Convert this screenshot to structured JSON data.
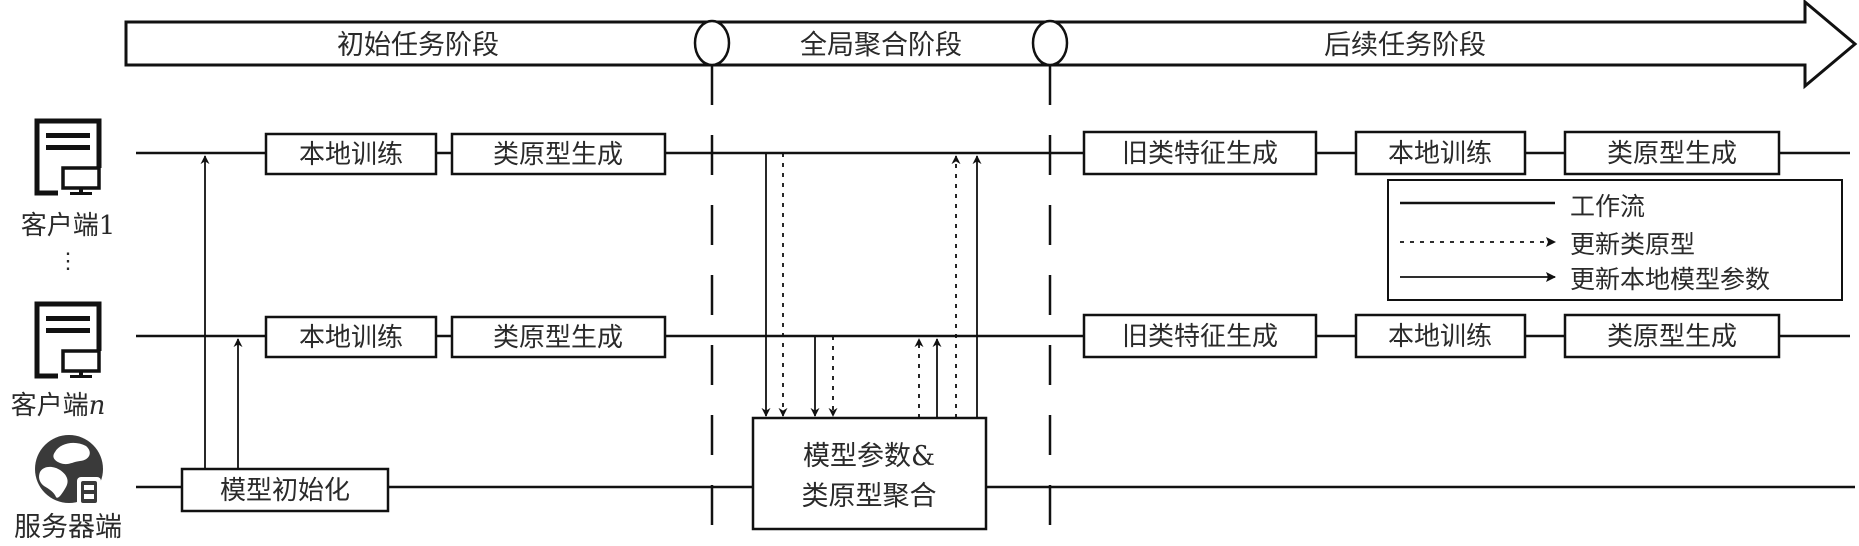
{
  "phases": [
    {
      "label": "初始任务阶段"
    },
    {
      "label": "全局聚合阶段"
    },
    {
      "label": "后续任务阶段"
    }
  ],
  "actors": {
    "client1": {
      "label": "客户端1",
      "icon": "client-computer-icon"
    },
    "ellipsis": "⋮",
    "clientn": {
      "label": "客户端",
      "label_suffix": "n",
      "icon": "client-computer-icon"
    },
    "server": {
      "label": "服务器端",
      "icon": "server-globe-icon"
    }
  },
  "boxes": {
    "init_model": "模型初始化",
    "client1_local_train": "本地训练",
    "client1_proto_gen": "类原型生成",
    "clientn_local_train": "本地训练",
    "clientn_proto_gen": "类原型生成",
    "aggregation_line1": "模型参数&",
    "aggregation_line2": "类原型聚合",
    "client1_old_feat": "旧类特征生成",
    "client1_local_train2": "本地训练",
    "client1_proto_gen2": "类原型生成",
    "clientn_old_feat": "旧类特征生成",
    "clientn_local_train2": "本地训练",
    "clientn_proto_gen2": "类原型生成"
  },
  "legend": {
    "items": [
      {
        "label": "工作流",
        "style": "solid-line"
      },
      {
        "label": "更新类原型",
        "style": "dashed-arrow"
      },
      {
        "label": "更新本地模型参数",
        "style": "solid-arrow"
      }
    ]
  },
  "colors": {
    "line": "#111111",
    "icon": "#3a3a3a",
    "background": "#ffffff"
  }
}
